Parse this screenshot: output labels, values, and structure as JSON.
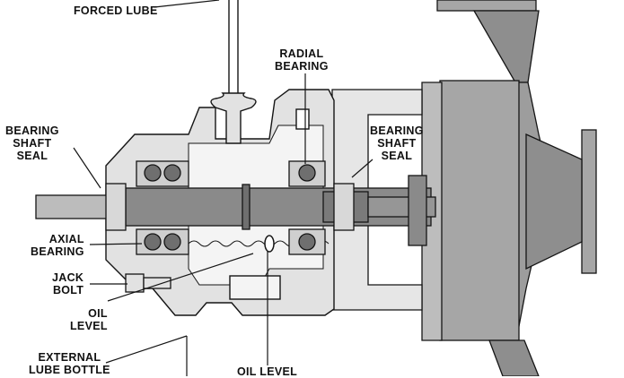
{
  "labels": {
    "forced_lube": [
      "FORCED LUBE"
    ],
    "radial_bearing": [
      "RADIAL",
      "BEARING"
    ],
    "bearing_shaft_seal_left": [
      "BEARING",
      "SHAFT",
      "SEAL"
    ],
    "bearing_shaft_seal_right": [
      "BEARING",
      "SHAFT",
      "SEAL"
    ],
    "axial_bearing": [
      "AXIAL",
      "BEARING"
    ],
    "jack_bolt": [
      "JACK",
      "BOLT"
    ],
    "oil_level_left": [
      "OIL",
      "LEVEL"
    ],
    "external_lube_bottle": [
      "EXTERNAL",
      "LUBE BOTTLE"
    ],
    "oil_level_bottom": [
      "OIL LEVEL"
    ]
  },
  "colors": {
    "line": "#151515",
    "casing": "#dedede",
    "pump_body": "#a6a6a6",
    "pump_dark": "#8e8e8e",
    "shaft": "#8a8a8a",
    "bearing_block": "#cfcfcf",
    "ball": "#6f6f6f"
  }
}
